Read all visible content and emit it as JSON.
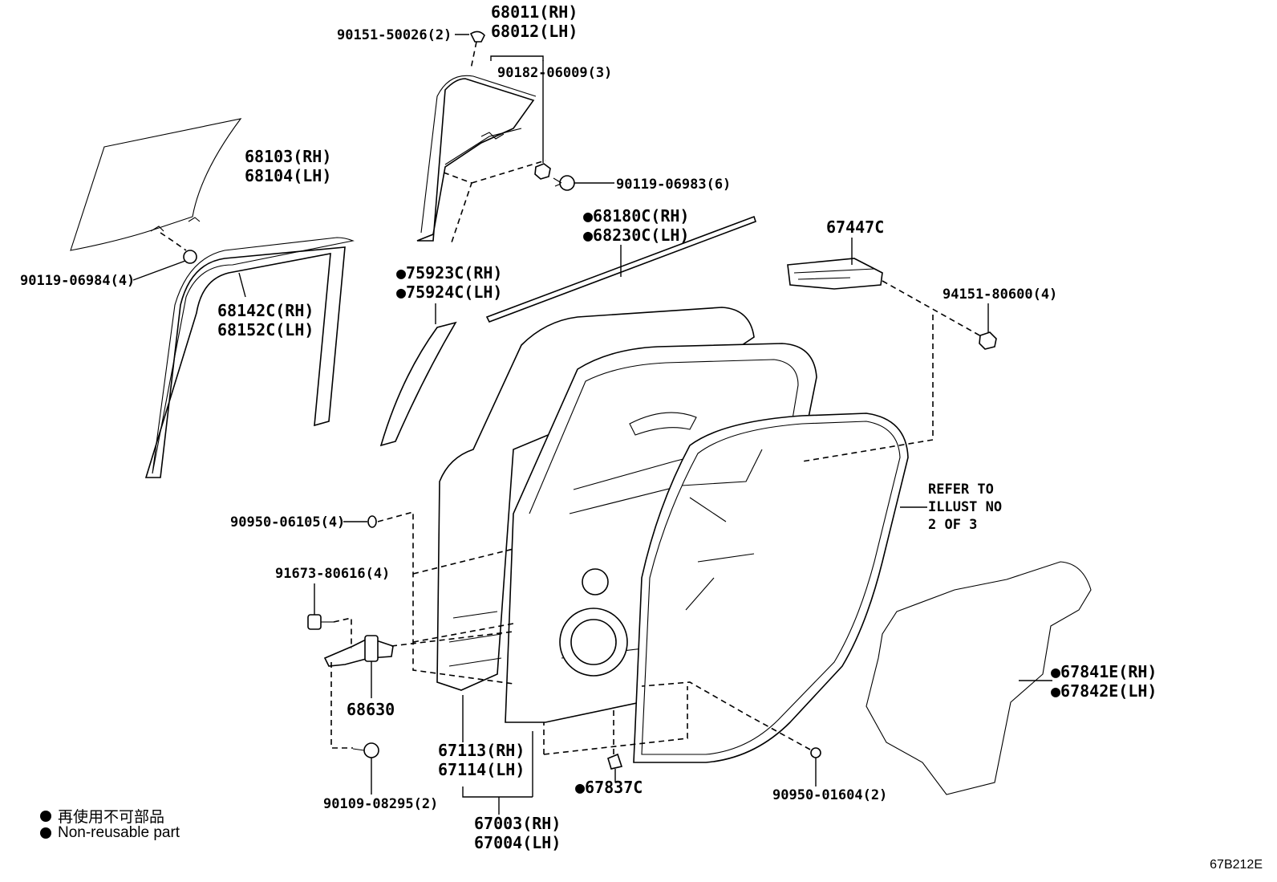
{
  "parts": [
    {
      "id": "p1",
      "lines": [
        "68011(RH)",
        "68012(LH)"
      ]
    },
    {
      "id": "p2",
      "lines": [
        "90151-50026(2)"
      ]
    },
    {
      "id": "p3",
      "lines": [
        "90182-06009(3)"
      ]
    },
    {
      "id": "p4",
      "lines": [
        "68103(RH)",
        "68104(LH)"
      ]
    },
    {
      "id": "p5",
      "lines": [
        "90119-06983(6)"
      ]
    },
    {
      "id": "p6",
      "lines": [
        "●68180C(RH)",
        "●68230C(LH)"
      ]
    },
    {
      "id": "p7",
      "lines": [
        "67447C"
      ]
    },
    {
      "id": "p8",
      "lines": [
        "90119-06984(4)"
      ]
    },
    {
      "id": "p9",
      "lines": [
        "68142C(RH)",
        "68152C(LH)"
      ]
    },
    {
      "id": "p10",
      "lines": [
        "●75923C(RH)",
        "●75924C(LH)"
      ]
    },
    {
      "id": "p11",
      "lines": [
        "94151-80600(4)"
      ]
    },
    {
      "id": "p12",
      "lines": [
        "REFER TO",
        "ILLUST NO",
        "2 OF 3"
      ]
    },
    {
      "id": "p13",
      "lines": [
        "90950-06105(4)"
      ]
    },
    {
      "id": "p14",
      "lines": [
        "91673-80616(4)"
      ]
    },
    {
      "id": "p15",
      "lines": [
        "68630"
      ]
    },
    {
      "id": "p16",
      "lines": [
        "●67841E(RH)",
        "●67842E(LH)"
      ]
    },
    {
      "id": "p17",
      "lines": [
        "67113(RH)",
        "67114(LH)"
      ]
    },
    {
      "id": "p18",
      "lines": [
        "●67837C"
      ]
    },
    {
      "id": "p19",
      "lines": [
        "90109-08295(2)"
      ]
    },
    {
      "id": "p20",
      "lines": [
        "90950-01604(2)"
      ]
    },
    {
      "id": "p21",
      "lines": [
        "67003(RH)",
        "67004(LH)"
      ]
    }
  ],
  "legend": {
    "japanese": "再使用不可部品",
    "english": "Non-reusable part"
  },
  "illustration_code": "67B212E"
}
